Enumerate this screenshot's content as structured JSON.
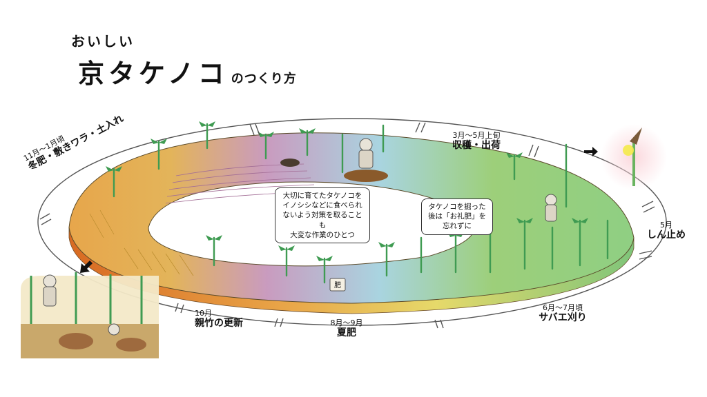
{
  "title": {
    "line1": "おいしい",
    "line2": "京タケノコ",
    "suffix": "のつくり方"
  },
  "stages": [
    {
      "id": "harvest",
      "month": "3月～5月上旬",
      "task": "収穫・出荷"
    },
    {
      "id": "shindome",
      "month": "5月",
      "task": "しん止め"
    },
    {
      "id": "sabae",
      "month": "6月～7月頃",
      "task": "サバエ刈り"
    },
    {
      "id": "summer-fert",
      "month": "8月～9月",
      "task": "夏肥"
    },
    {
      "id": "renewal",
      "month": "10月",
      "task": "親竹の更新"
    },
    {
      "id": "winter",
      "month": "11月～1月頃",
      "task": "冬肥・敷きワラ・土入れ"
    }
  ],
  "callouts": {
    "boar": [
      "大切に育てたタケノコを",
      "イノシシなどに食べられ",
      "ないよう対策を取ることも",
      "大変な作業のひとつ"
    ],
    "reward": [
      "タケノコを掘った",
      "後は「お礼肥」を",
      "忘れずに"
    ]
  },
  "bag_label": "肥",
  "colors": {
    "outer_ring": "#555555",
    "pink_field": "#c99bbf",
    "blue_field": "#a9d4e0",
    "green_field": "#9dcf7a",
    "yellow_field": "#e8d770",
    "orange_field": "#e79a3e",
    "bamboo": "#3f9b52",
    "glow": "#f6c6cf"
  }
}
